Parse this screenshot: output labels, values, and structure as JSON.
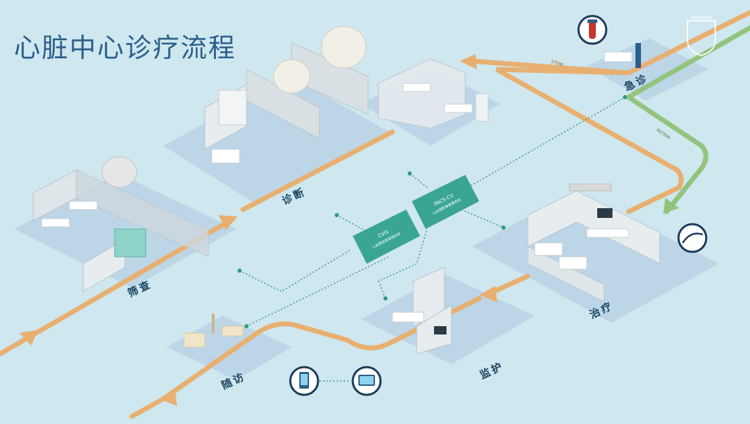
{
  "title": "心脏中心诊疗流程",
  "brand": {
    "name": "PHILIPS",
    "color": "#ffffff"
  },
  "stages": {
    "screening": "筛查",
    "diagnosis": "诊断",
    "emergency": "急诊",
    "treatment": "治疗",
    "monitoring": "监护",
    "followup": "随访"
  },
  "route_tags": {
    "stemi": "STEMI",
    "nstemi": "NSTEMI"
  },
  "systems": {
    "cvis": {
      "line1": "CVIS",
      "line2": "心血管信息管理系统"
    },
    "pacs": {
      "line1": "PACS-CV",
      "line2": "心血管影像管理系统"
    }
  },
  "icons": [
    "blood-test-icon",
    "ecg-catheter-icon",
    "mobile-device-icon",
    "monitor-device-icon"
  ],
  "colors": {
    "background": "#cfe7ef",
    "title": "#2c5f8a",
    "flow_orange": "#e8b070",
    "flow_green": "#93c47d",
    "system_box": "#3aa595",
    "dotted_link": "#2e9a85",
    "platform": "#b9d4e6"
  }
}
